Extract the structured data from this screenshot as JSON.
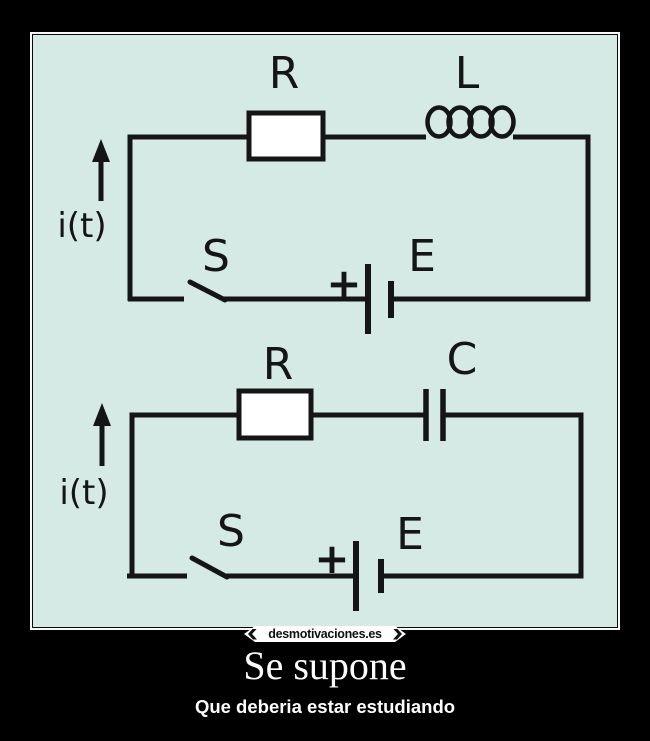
{
  "meme": {
    "title": "Se supone",
    "subtitle": "Que deberia estar estudiando",
    "watermark": "desmotivaciones.es"
  },
  "colors": {
    "page_bg": "#000000",
    "photo_bg": "#d5e9e5",
    "frame_border": "#f7f7f7",
    "ink": "#151515",
    "component_fill": "#ffffff",
    "text": "#fdfdfd"
  },
  "circuits": [
    {
      "name": "RL series circuit",
      "labels": {
        "current": "i(t)",
        "resistor": "R",
        "inductor": "L",
        "switch": "S",
        "source": "E",
        "polarity": "+"
      }
    },
    {
      "name": "RC series circuit",
      "labels": {
        "current": "i(t)",
        "resistor": "R",
        "capacitor": "C",
        "switch": "S",
        "source": "E",
        "polarity": "+"
      }
    }
  ]
}
